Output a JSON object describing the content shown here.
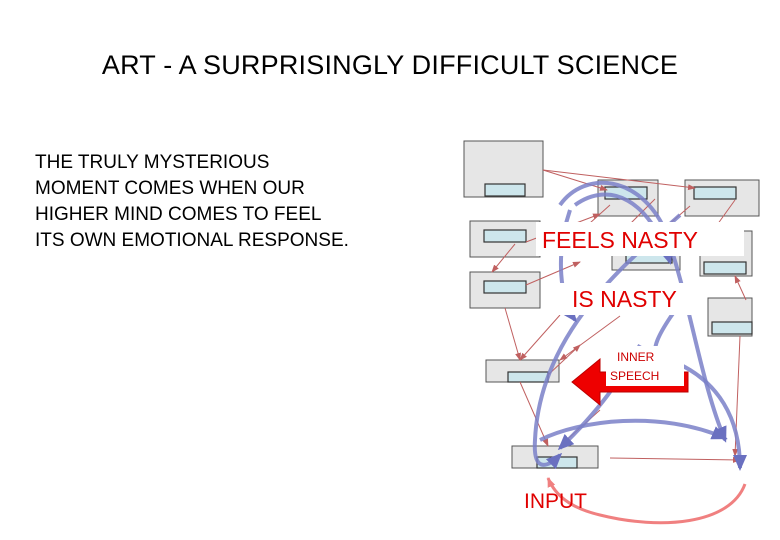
{
  "slide": {
    "title": "ART - A SURPRISINGLY DIFFICULT SCIENCE",
    "body_lines": [
      "THE TRULY MYSTERIOUS",
      "MOMENT COMES WHEN OUR",
      "HIGHER MIND COMES TO FEEL",
      "ITS OWN EMOTIONAL RESPONSE."
    ]
  },
  "diagram": {
    "labels": {
      "feels_nasty": "FEELS NASTY",
      "is_nasty": "IS NASTY",
      "inner_speech_1": "INNER",
      "inner_speech_2": "SPEECH",
      "input": "INPUT"
    }
  },
  "colors": {
    "box_fill": "#e6e6e6",
    "slot_fill": "#cde6ec",
    "thin_arrow": "#c06060",
    "blue_arrow": "#7a80c8",
    "red_arrow": "#ee0000",
    "input_arrow": "#f08080",
    "label_red": "#e00000"
  }
}
